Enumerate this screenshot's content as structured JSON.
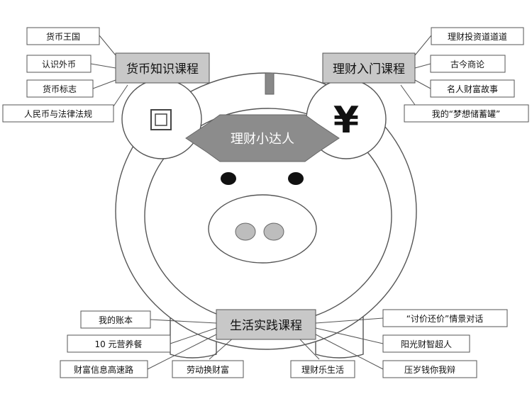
{
  "center_title": "理财小达人",
  "yuan_symbol": "¥",
  "money_course": {
    "title": "货币知识课程",
    "items": [
      "货币王国",
      "认识外币",
      "货币标志",
      "人民币与法律法规"
    ]
  },
  "finance_intro_course": {
    "title": "理财入门课程",
    "items": [
      "理财投资道道道",
      "古今商论",
      "名人财富故事",
      "我的“梦想储蓄罐”"
    ]
  },
  "life_practice_course": {
    "title": "生活实践课程",
    "left_items": [
      "我的账本",
      "10 元营养餐",
      "财富信息高速路",
      "劳动换财富"
    ],
    "right_items": [
      "“讨价还价”情景对话",
      "阳光财智超人",
      "压岁钱你我辩",
      "理财乐生活"
    ]
  },
  "colors": {
    "category_box_fill": "#c8c8c8",
    "banner_fill": "#8c8c8c",
    "nostril_fill": "#bdbdbd",
    "line": "#555555"
  }
}
